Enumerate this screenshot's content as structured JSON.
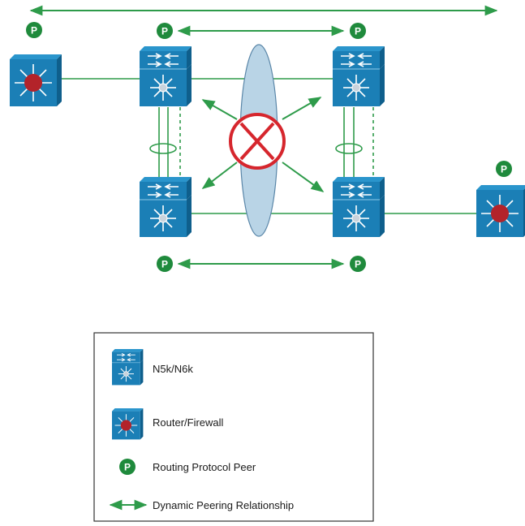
{
  "diagram": {
    "peer_badge": "P",
    "colors": {
      "line": "#2e9b4a",
      "arrow": "#2e9b4a",
      "peer_fill": "#1f8a3c",
      "device_body": "#1b7fb6",
      "device_top": "#2a95cc",
      "device_side": "#0f5f8c",
      "router_core": "#b3232a",
      "vpc_ellipse": "#b9d4e6",
      "vpc_ellipse_stroke": "#5a86a8",
      "blocked_symbol": "#d6262d"
    },
    "nodes": [
      {
        "id": "router-left",
        "type": "router-firewall",
        "routing_peer": true
      },
      {
        "id": "n5k-top-left",
        "type": "n5k-n6k",
        "routing_peer": true
      },
      {
        "id": "n5k-top-right",
        "type": "n5k-n6k",
        "routing_peer": true
      },
      {
        "id": "n5k-bottom-left",
        "type": "n5k-n6k",
        "routing_peer": true
      },
      {
        "id": "n5k-bottom-right",
        "type": "n5k-n6k",
        "routing_peer": true
      },
      {
        "id": "router-right",
        "type": "router-firewall",
        "routing_peer": true
      }
    ],
    "peering_relationships": [
      {
        "from": "router-left",
        "to": "router-right"
      },
      {
        "from": "n5k-top-left",
        "to": "n5k-top-right"
      },
      {
        "from": "n5k-bottom-left",
        "to": "n5k-bottom-right"
      }
    ],
    "blocked_peering_across_vpc": true
  },
  "legend": {
    "items": [
      {
        "icon": "n5k-n6k-icon",
        "label": "N5k/N6k"
      },
      {
        "icon": "router-firewall-icon",
        "label": "Router/Firewall"
      },
      {
        "icon": "peer-badge-icon",
        "label": "Routing Protocol Peer"
      },
      {
        "icon": "double-arrow-icon",
        "label": "Dynamic Peering Relationship"
      }
    ]
  }
}
